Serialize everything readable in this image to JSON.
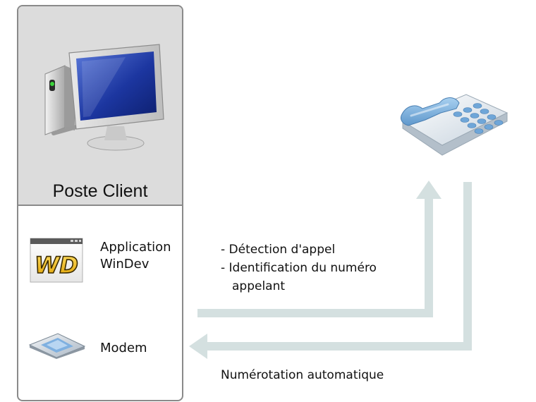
{
  "client": {
    "title": "Poste Client",
    "application_line1": "Application",
    "application_line2": "WinDev",
    "modem": "Modem",
    "wd_logo_text": "WD"
  },
  "flows": {
    "detection_item1": "- Détection d'appel",
    "detection_item2": "- Identification du numéro",
    "detection_item2_cont": "appelant",
    "dialing": "Numérotation automatique"
  },
  "icons": {
    "computer": "computer-icon",
    "windev": "windev-logo-icon",
    "modem": "modem-icon",
    "telephone": "telephone-icon"
  },
  "colors": {
    "box_border": "#8a8a8a",
    "box_top_fill": "#dcdcdc",
    "arrow": "#d4e0e0",
    "screen_blue": "#1f3fa8",
    "phone_blue": "#7fb0dc"
  }
}
